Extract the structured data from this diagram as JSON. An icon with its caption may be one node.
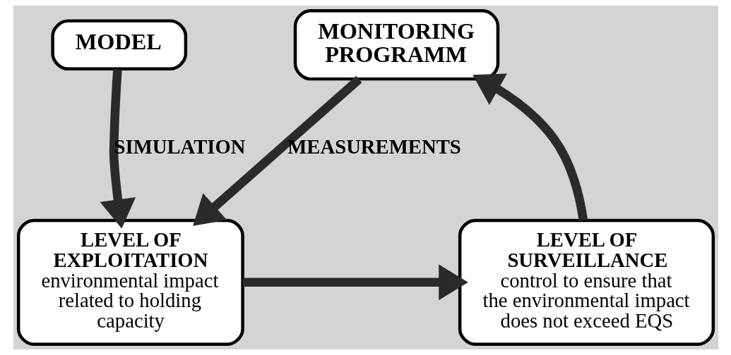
{
  "diagram": {
    "nodes": [
      {
        "text": [
          "MODEL"
        ]
      },
      {
        "text": [
          "MONITORING PROGRAMM"
        ]
      },
      {
        "text": [
          "LEVEL OF EXPLOITATION",
          "environmental impact related to holding capacity"
        ]
      },
      {
        "text": [
          "LEVEL OF SURVEILLANCE",
          "control to ensure that the environmental impact does not exceed EQS"
        ]
      }
    ],
    "edges": [
      {
        "from": 0,
        "to": 2,
        "arrow": "to",
        "label": "SIMULATION"
      },
      {
        "from": 1,
        "to": 2,
        "arrow": "to",
        "label": "MEASUREMENTS"
      },
      {
        "from": 2,
        "to": 3,
        "arrow": "to"
      },
      {
        "from": 3,
        "to": 1,
        "arrow": "to"
      }
    ]
  }
}
